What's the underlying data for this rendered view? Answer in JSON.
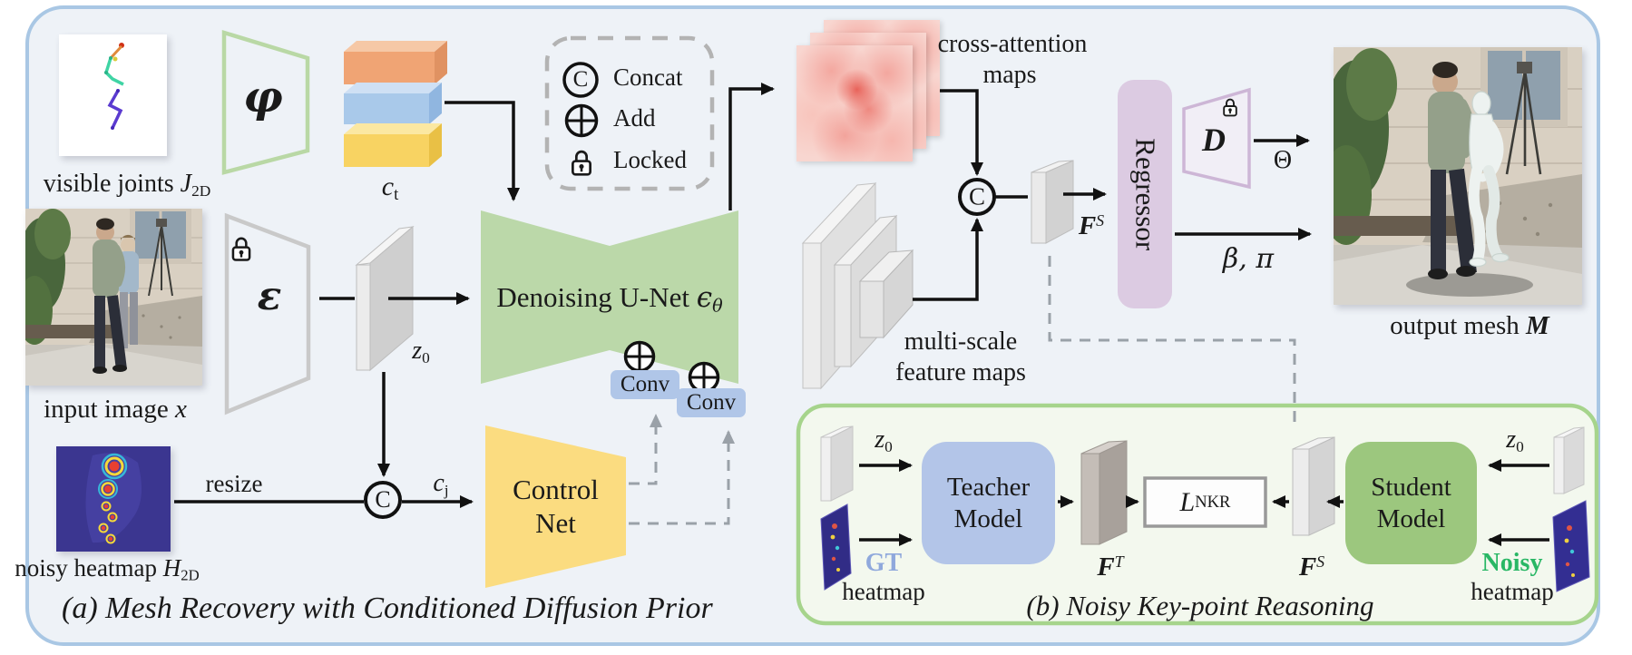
{
  "colors": {
    "container_border": "#a9c7e4",
    "container_bg": "#eef2f7",
    "unet_green": "#bbd8a9",
    "control_yellow": "#fbdc80",
    "conv_blue": "#b0c6e8",
    "teacher_blue": "#b3c5e8",
    "student_green": "#9cc77e",
    "regressor_purple": "#dccbe2",
    "panel_b_border": "#a6d48c",
    "panel_b_bg": "#f3f8ee",
    "gt_text_blue": "#8fa8dc",
    "noisy_text_green": "#29b765",
    "bar_orange": "#f0a474",
    "bar_blue": "#a9c9ea",
    "bar_yellow": "#f8d362",
    "attention_map_red": "#e85a50"
  },
  "panel_a": {
    "caption": "(a) Mesh Recovery with Conditioned Diffusion Prior",
    "visible_joints_label": "visible joints ",
    "visible_joints_var": "J",
    "visible_joints_sub": "2D",
    "phi": "φ",
    "ct_var": "c",
    "ct_sub": "t",
    "legend": {
      "c": "C",
      "concat": "Concat",
      "add": "Add",
      "locked": "Locked"
    },
    "cross_attention_line1": "cross-attention",
    "cross_attention_line2": "maps",
    "unet_label": "Denoising U-Net ",
    "unet_var": "ϵ",
    "unet_sub": "θ",
    "conv": "Conv",
    "control_line1": "Control",
    "control_line2": "Net",
    "encoder": "ε",
    "input_label": "input image ",
    "input_var": "x",
    "z0_var": "z",
    "z0_sub": "0",
    "resize": "resize",
    "cj_var": "c",
    "cj_sub": "j",
    "heatmap_label": "noisy heatmap ",
    "heatmap_var": "H",
    "heatmap_sub": "2D",
    "multiscale_line1": "multi-scale",
    "multiscale_line2": "feature maps",
    "concat_c_top": "C",
    "concat_c_bottom": "C",
    "fs_var": "F",
    "fs_sup": "S",
    "regressor": "Regressor",
    "decoder": "D",
    "theta": "Θ",
    "beta_pi": "β, π",
    "output_label": "output mesh ",
    "output_var": "M"
  },
  "panel_b": {
    "caption": "(b) Noisy Key-point Reasoning",
    "z0_var": "z",
    "z0_sub": "0",
    "teacher_line1": "Teacher",
    "teacher_line2": "Model",
    "student_line1": "Student",
    "student_line2": "Model",
    "gt": "GT",
    "gt_label": "heatmap",
    "noisy": "Noisy",
    "noisy_label": "heatmap",
    "ft_var": "F",
    "ft_sup": "T",
    "fs_var": "F",
    "fs_sup": "S",
    "loss_var": "L",
    "loss_sub": "NKR"
  }
}
